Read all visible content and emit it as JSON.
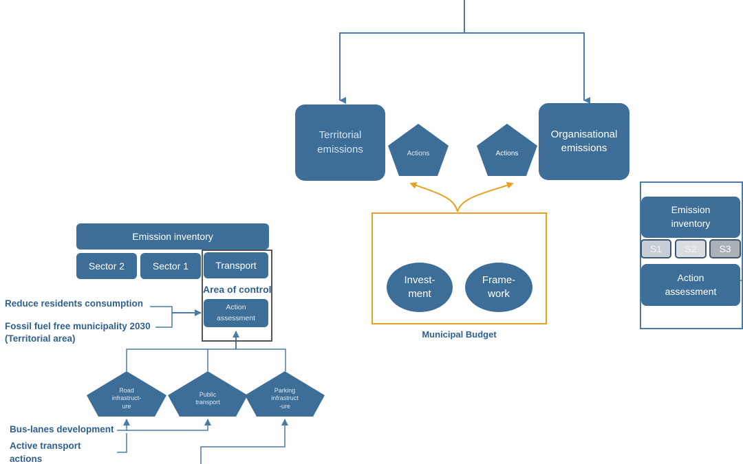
{
  "top": {
    "territorial": "Territorial\nemissions",
    "organisational": "Organisational\nemissions",
    "actions_left": "Actions",
    "actions_right": "Actions"
  },
  "budget": {
    "caption": "Municipal Budget",
    "investment": "Invest-\nment",
    "framework": "Frame-\nwork"
  },
  "right_panel": {
    "inventory": "Emission\ninventory",
    "scopes": [
      "S1",
      "S2",
      "S3"
    ],
    "action": "Action\nassessment"
  },
  "left": {
    "inventory": "Emission inventory",
    "sector2": "Sector 2",
    "sector1": "Sector 1",
    "transport": "Transport",
    "area_of_control": "Area of control",
    "action_assessment": "Action\nassessment",
    "goal1": "Reduce residents consumption",
    "goal2": "Fossil fuel free municipality 2030",
    "goal2b": "(Territorial area)",
    "road": "Road\ninfrastruct-\nure",
    "public": "Public\ntransport",
    "parking": "Parking\ninfrastruct\n-ure",
    "bus": "Bus-lanes development",
    "active1": "Active transport",
    "active2": "actions"
  },
  "colors": {
    "box": "#3d6e98",
    "line": "#4a7aa6",
    "orange": "#e8a020",
    "label": "#2e5f8e"
  }
}
